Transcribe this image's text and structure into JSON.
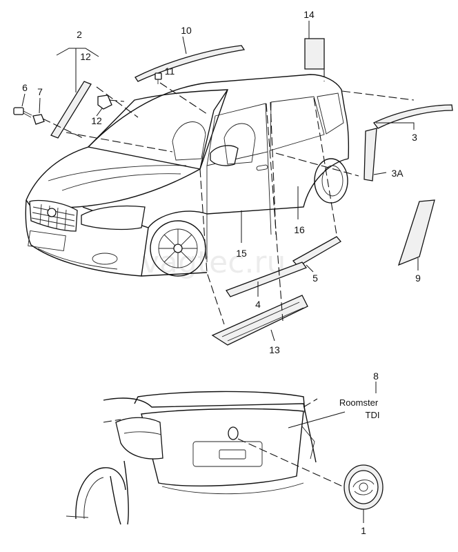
{
  "callouts": {
    "c1": "1",
    "c2": "2",
    "c3": "3",
    "c3a": "3A",
    "c4": "4",
    "c5": "5",
    "c6": "6",
    "c7": "7",
    "c8": "8",
    "c9": "9",
    "c10": "10",
    "c11": "11",
    "c12_top": "12",
    "c12_clip": "12",
    "c13": "13",
    "c14": "14",
    "c15": "15",
    "c16": "16"
  },
  "lettering": {
    "model_name": "Roomster",
    "model_variant": "TDI"
  },
  "watermark": "vagtec.ru"
}
